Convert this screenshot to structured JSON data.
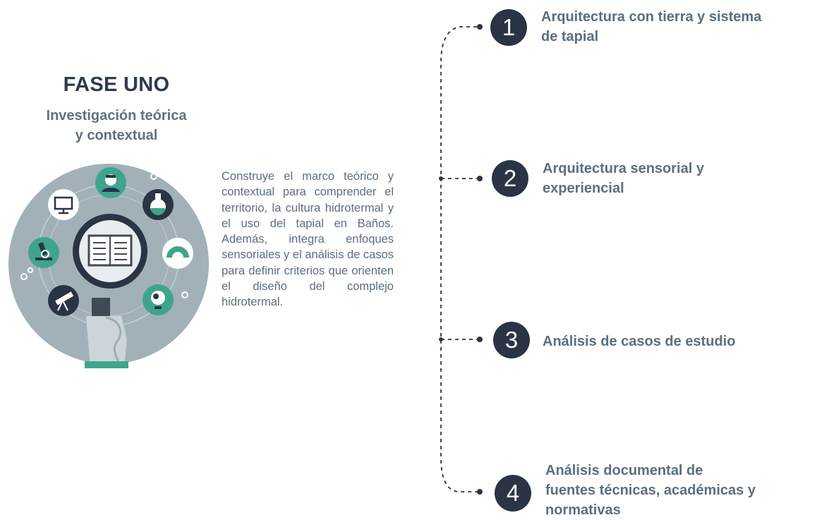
{
  "phase": {
    "title": "FASE UNO",
    "subtitle": "Investigación teórica\ny contextual",
    "description": "Construye el marco teórico y contextual para comprender el territorio, la cultura hidrotermal y el uso del tapial en Baños. Además, integra enfoques sensoriales y el análisis de casos para definir criterios que orienten el diseño del complejo hidrotermal."
  },
  "steps": [
    {
      "number": "1",
      "label": "Arquitectura con tierra y sistema\nde tapial"
    },
    {
      "number": "2",
      "label": "Arquitectura sensorial y\nexperiencial"
    },
    {
      "number": "3",
      "label": "Análisis de casos de estudio"
    },
    {
      "number": "4",
      "label": "Análisis documental de\nfuentes técnicas, académicas y\nnormativas"
    }
  ],
  "colors": {
    "dark_navy": "#2a3445",
    "slate_text": "#5a6f80",
    "circle_gray": "#a2b1b8",
    "teal": "#3ea58c"
  },
  "illustration_icons": [
    "magnifier-icon",
    "book-icon",
    "hand-icon",
    "person-icon",
    "monitor-icon",
    "flask-icon",
    "microscope-icon",
    "protractor-icon",
    "telescope-icon",
    "globe-icon",
    "gear-icon"
  ]
}
